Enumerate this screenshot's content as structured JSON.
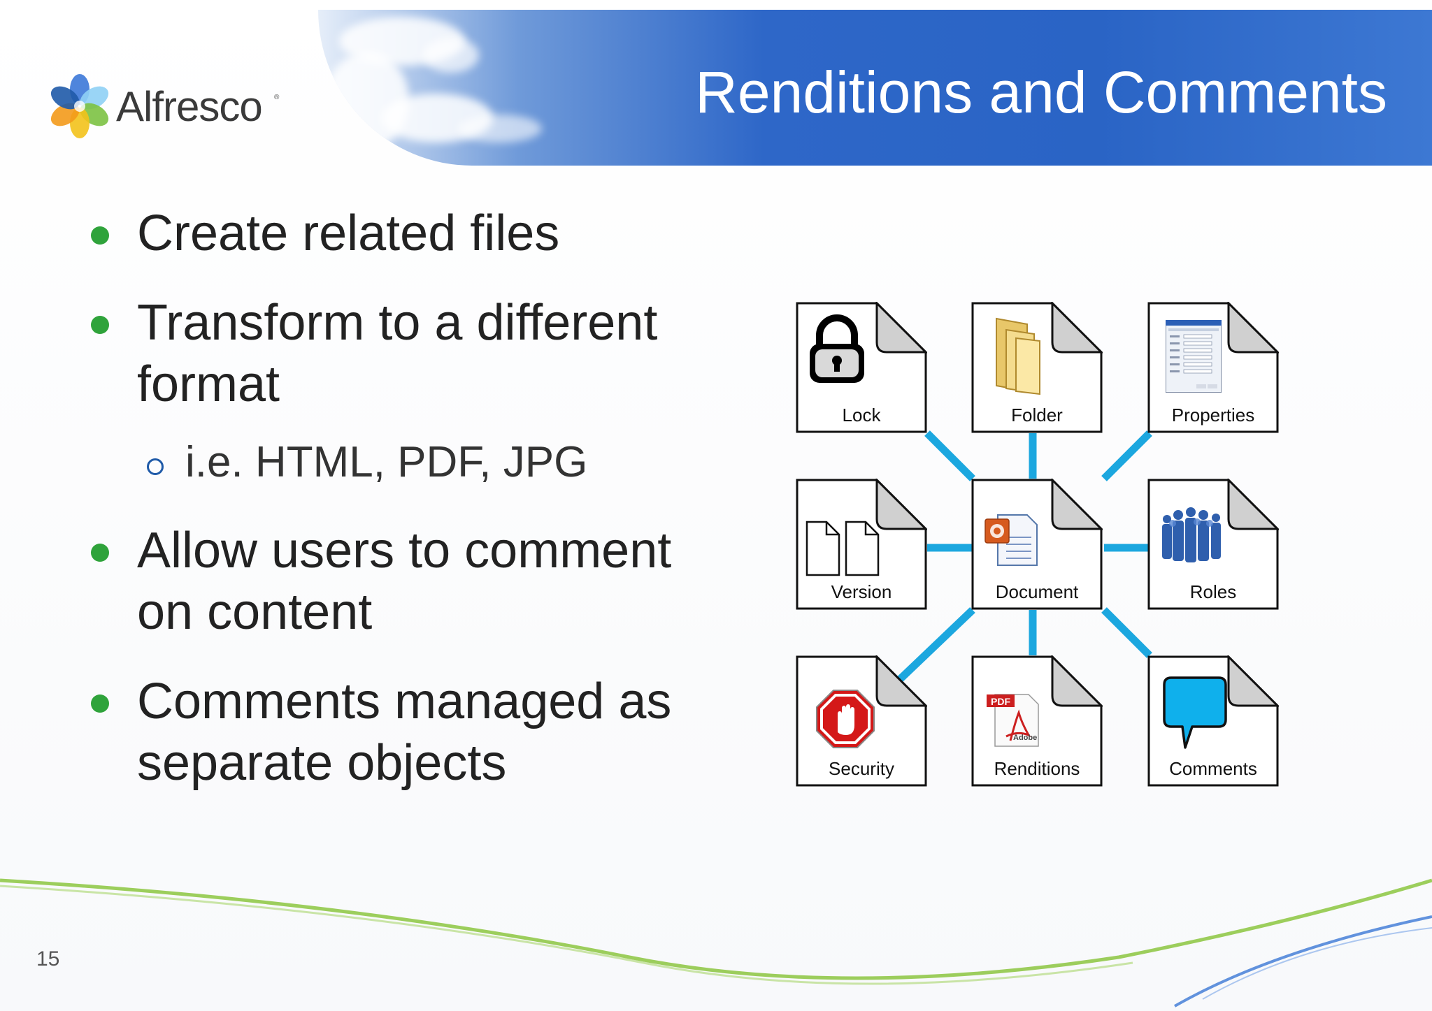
{
  "slide": {
    "title": "Renditions and Comments",
    "logo_text": "Alfresco",
    "logo_tm": "®",
    "page_number": "15"
  },
  "bullets": [
    {
      "text": "Create related files",
      "level": 1
    },
    {
      "text": "Transform to a different format",
      "level": 1
    },
    {
      "text": "i.e. HTML, PDF, JPG",
      "level": 2
    },
    {
      "text": "Allow users to comment on content",
      "level": 1
    },
    {
      "text": "Comments managed as separate objects",
      "level": 1
    }
  ],
  "diagram": {
    "center": {
      "label": "Document",
      "icon": "document-icon"
    },
    "nodes": [
      {
        "label": "Lock",
        "icon": "lock-icon"
      },
      {
        "label": "Folder",
        "icon": "folder-icon"
      },
      {
        "label": "Properties",
        "icon": "properties-icon"
      },
      {
        "label": "Version",
        "icon": "version-icon"
      },
      {
        "label": "Roles",
        "icon": "roles-icon"
      },
      {
        "label": "Security",
        "icon": "stop-icon"
      },
      {
        "label": "Renditions",
        "icon": "pdf-icon"
      },
      {
        "label": "Comments",
        "icon": "speech-bubble-icon"
      }
    ],
    "pdf_badge": "PDF",
    "pdf_brand": "Adobe"
  },
  "colors": {
    "bullet": "#2fa33b",
    "connector": "#1ca7df",
    "header": "#2a64c5"
  }
}
